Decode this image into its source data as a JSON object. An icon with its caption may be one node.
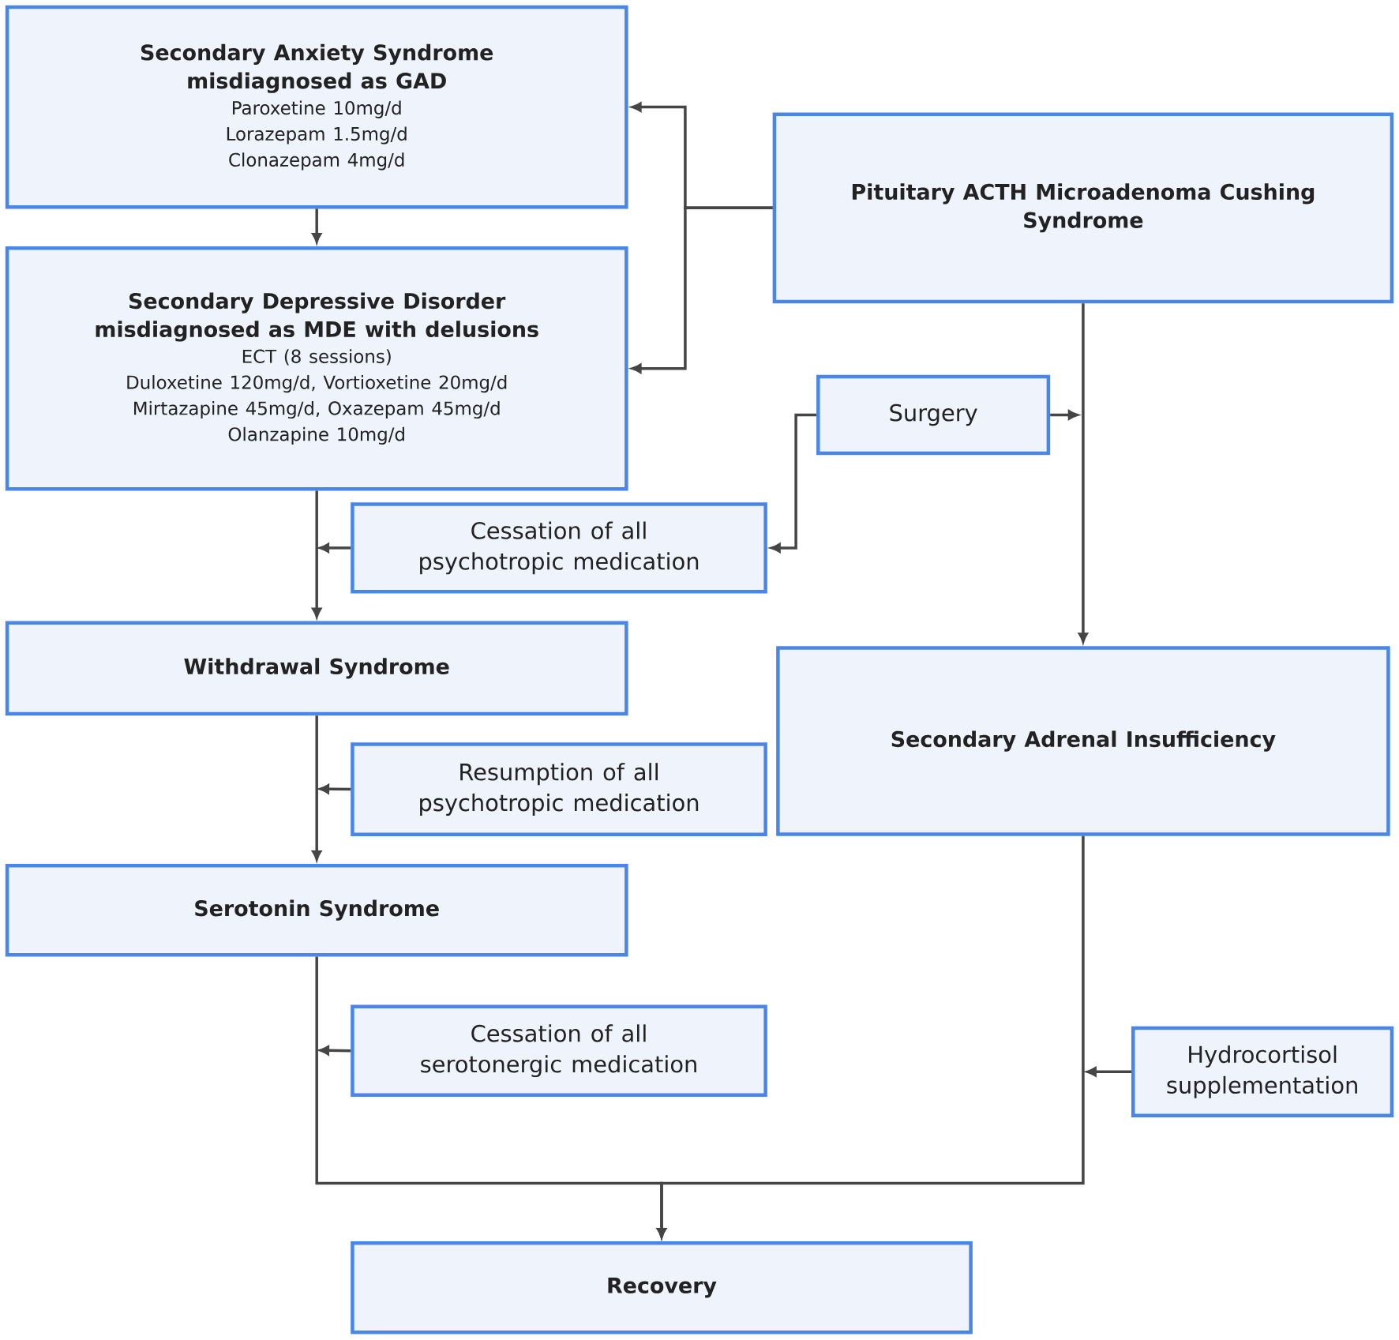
{
  "diagram": {
    "nodes": [
      {
        "text": [
          "Secondary Anxiety Syndrome misdiagnosed as GAD",
          "Paroxetine 10mg/d",
          "Lorazepam 1.5mg/d",
          "Clonazepam 4mg/d"
        ]
      },
      {
        "text": [
          "Pituitary ACTH Microadenoma Cushing Syndrome"
        ]
      },
      {
        "text": [
          "Secondary Depressive Disorder misdiagnosed as MDE with delusions",
          "ECT (8 sessions)",
          "Duloxetine 120mg/d, Vortioxetine 20mg/d",
          "Mirtazapine 45mg/d, Oxazepam 45mg/d",
          "Olanzapine 10mg/d"
        ]
      },
      {
        "text": [
          "Surgery"
        ]
      },
      {
        "text": [
          "Cessation of all psychotropic medication"
        ]
      },
      {
        "text": [
          "Withdrawal Syndrome"
        ]
      },
      {
        "text": [
          "Secondary Adrenal Insufficiency"
        ]
      },
      {
        "text": [
          "Resumption of all psychotropic medication"
        ]
      },
      {
        "text": [
          "Serotonin Syndrome"
        ]
      },
      {
        "text": [
          "Cessation of all serotonergic medication"
        ]
      },
      {
        "text": [
          "Hydrocortisol supplementation"
        ]
      },
      {
        "text": [
          "Recovery"
        ]
      }
    ],
    "edges": [
      {
        "from": 0,
        "to": 2,
        "arrow": "to"
      },
      {
        "from": 1,
        "to": 0,
        "arrow": "to"
      },
      {
        "from": 1,
        "to": 2,
        "arrow": "to"
      },
      {
        "from": 2,
        "to": 5,
        "arrow": "to"
      },
      {
        "from": 4,
        "to": null,
        "arrow": "to"
      },
      {
        "from": 3,
        "to": 4,
        "arrow": "to"
      },
      {
        "from": 3,
        "to": null,
        "arrow": "to"
      },
      {
        "from": 1,
        "to": 6,
        "arrow": "to"
      },
      {
        "from": 5,
        "to": 8,
        "arrow": "to"
      },
      {
        "from": 7,
        "to": null,
        "arrow": "to"
      },
      {
        "from": 8,
        "to": 11,
        "arrow": "to"
      },
      {
        "from": 6,
        "to": 11,
        "arrow": "to"
      },
      {
        "from": 9,
        "to": null,
        "arrow": "to"
      },
      {
        "from": 10,
        "to": null,
        "arrow": "to"
      }
    ]
  }
}
